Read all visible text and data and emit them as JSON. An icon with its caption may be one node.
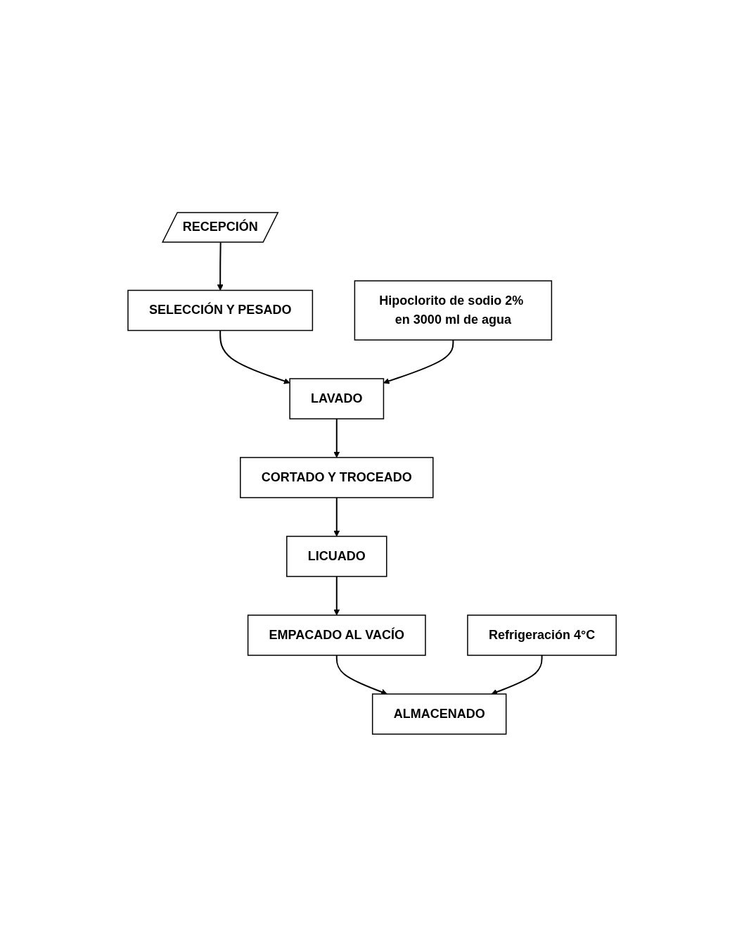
{
  "diagram": {
    "nodes": [
      {
        "text": [
          "RECEPCIÓN"
        ]
      },
      {
        "text": [
          "SELECCIÓN Y PESADO"
        ]
      },
      {
        "text": [
          "Hipoclorito de sodio 2% en 3000 ml de agua"
        ]
      },
      {
        "text": [
          "LAVADO"
        ]
      },
      {
        "text": [
          "CORTADO Y TROCEADO"
        ]
      },
      {
        "text": [
          "LICUADO"
        ]
      },
      {
        "text": [
          "EMPACADO AL VACÍO"
        ]
      },
      {
        "text": [
          "Refrigeración 4°C"
        ]
      },
      {
        "text": [
          "ALMACENADO"
        ]
      }
    ],
    "edges": [
      {
        "from": 0,
        "to": 1,
        "arrow": "to"
      },
      {
        "from": 1,
        "to": 3,
        "arrow": "to"
      },
      {
        "from": 2,
        "to": 3,
        "arrow": "to"
      },
      {
        "from": 3,
        "to": 4,
        "arrow": "to"
      },
      {
        "from": 4,
        "to": 5,
        "arrow": "to"
      },
      {
        "from": 5,
        "to": 6,
        "arrow": "to"
      },
      {
        "from": 6,
        "to": 8,
        "arrow": "to"
      },
      {
        "from": 7,
        "to": 8,
        "arrow": "to"
      }
    ]
  }
}
